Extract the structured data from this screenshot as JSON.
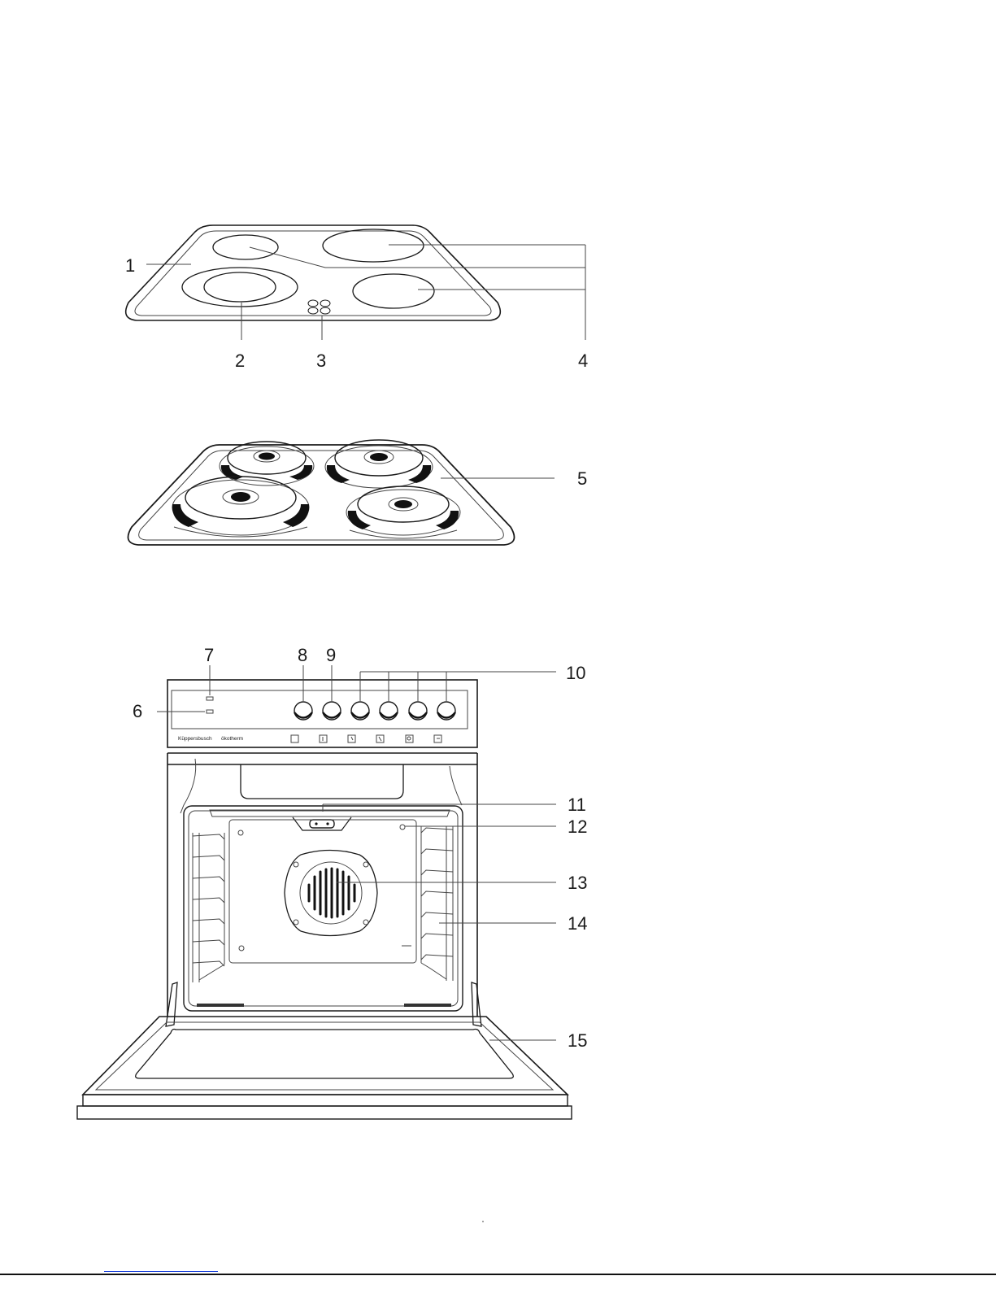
{
  "figure": {
    "ceramic_hob": {
      "callouts": [
        "1",
        "2",
        "3",
        "4"
      ]
    },
    "solid_plate_hob": {
      "callouts": [
        "5"
      ]
    },
    "oven": {
      "callouts": [
        "6",
        "7",
        "8",
        "9",
        "10",
        "11",
        "12",
        "13",
        "14",
        "15"
      ],
      "brand_text": "Küppersbusch",
      "model_text": "ökotherm",
      "knob_count": 6
    }
  },
  "footer": {
    "link_text": ""
  },
  "colors": {
    "ink": "#1a1a1a",
    "link": "#1a3fd8",
    "background": "#ffffff"
  }
}
